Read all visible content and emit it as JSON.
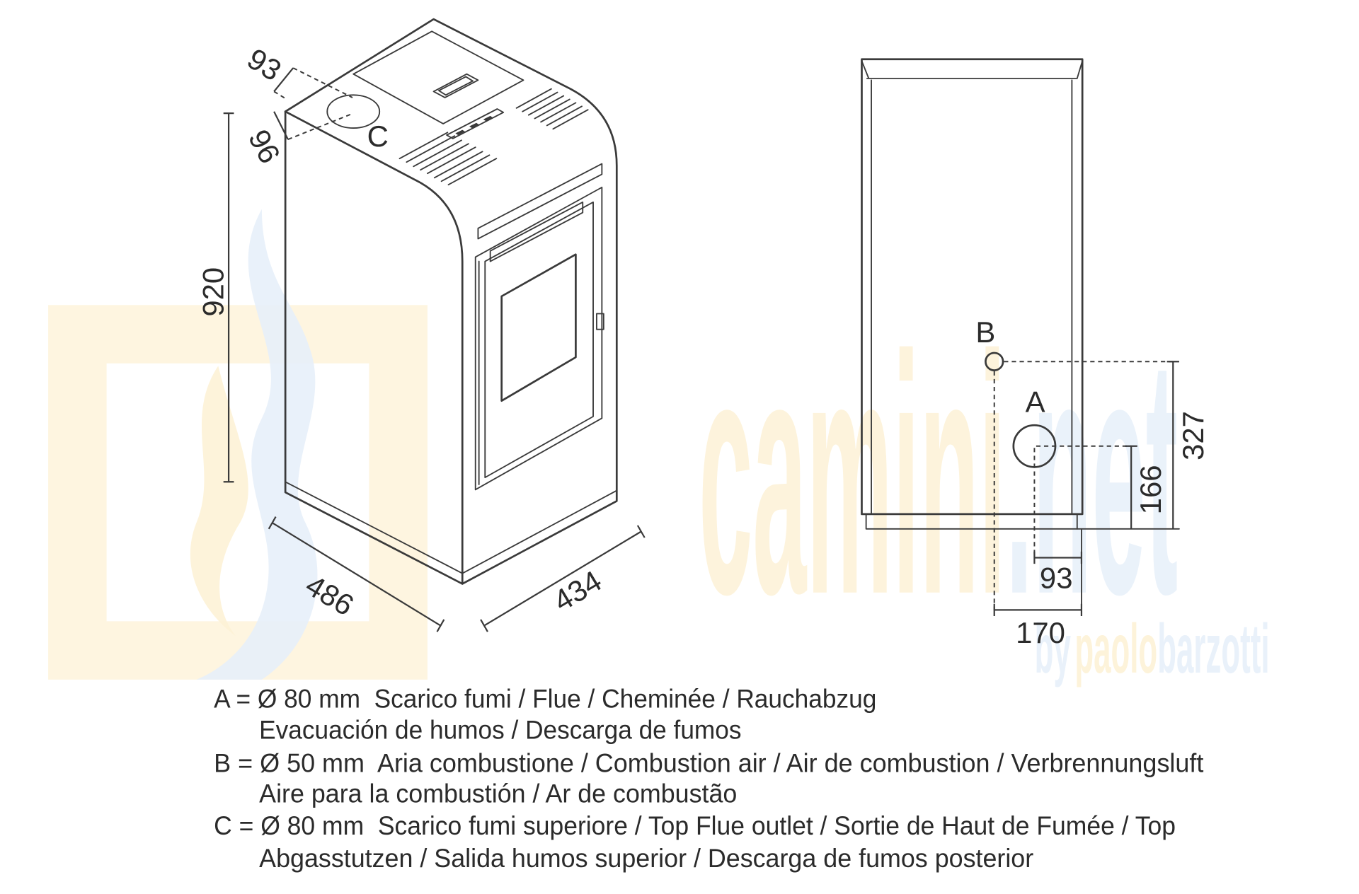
{
  "diagram": {
    "front_view": {
      "dim_93": "93",
      "dim_96": "96",
      "outlet_c_label": "C",
      "dim_920": "920",
      "dim_486": "486",
      "dim_434": "434"
    },
    "rear_view": {
      "inlet_b_label": "B",
      "outlet_a_label": "A",
      "dim_327": "327",
      "dim_166": "166",
      "dim_93": "93",
      "dim_170": "170"
    }
  },
  "legend": [
    {
      "line1": "A = Ø 80 mm  Scarico fumi / Flue / Cheminée / Rauchabzug",
      "line2": "Evacuación de humos / Descarga de fumos"
    },
    {
      "line1": "B = Ø 50 mm  Aria combustione / Combustion air / Air de combustion / Verbrennungsluft",
      "line2": "Aire para la combustión / Ar de combustão"
    },
    {
      "line1": "C = Ø 80 mm  Scarico fumi superiore / Top Flue outlet / Sortie de Haut de Fumée / Top",
      "line2": "Abgasstutzen / Salida humos superior / Descarga de fumos posterior"
    }
  ],
  "watermark": {
    "brand_main": "camini",
    "brand_suffix": ".net",
    "by": "by",
    "first": "paolo",
    "last": "barzotti"
  },
  "colors": {
    "line": "#3a3a3a",
    "text": "#2b2b2b",
    "watermark_yellow": "#fdf2d6",
    "watermark_blue": "#e7f0fa"
  }
}
